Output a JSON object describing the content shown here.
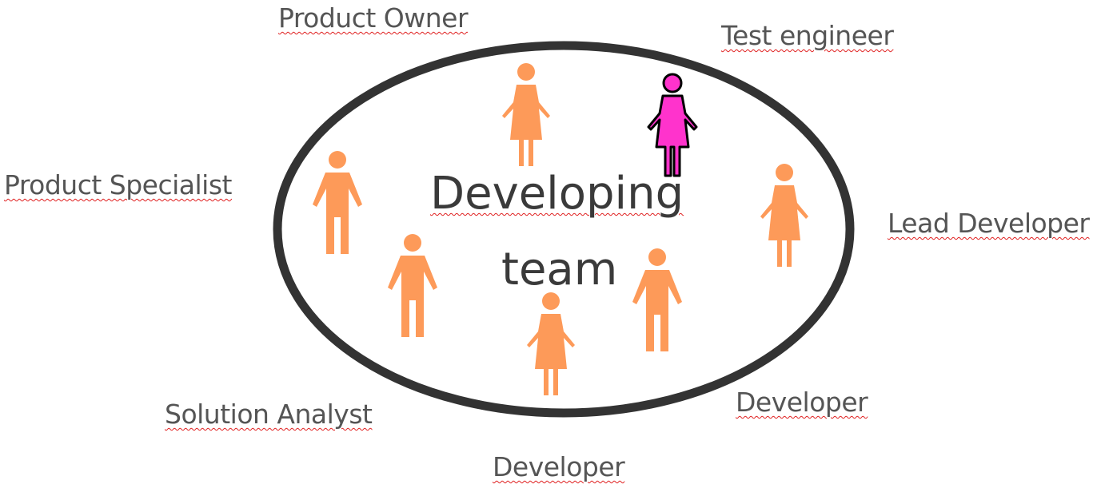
{
  "diagram": {
    "center_title_line1": "Developing",
    "center_title_line2": "team",
    "roles": {
      "product_owner": "Product Owner",
      "test_engineer": "Test engineer",
      "product_specialist": "Product Specialist",
      "lead_developer": "Lead Developer",
      "solution_analyst": "Solution Analyst",
      "developer_right": "Developer",
      "developer_bottom": "Developer"
    },
    "figures": [
      {
        "role": "product_owner",
        "type": "female",
        "color": "#fd9a59"
      },
      {
        "role": "test_engineer",
        "type": "female",
        "color": "#ff33cc",
        "outline": "#000000"
      },
      {
        "role": "product_specialist",
        "type": "male",
        "color": "#fd9a59"
      },
      {
        "role": "lead_developer",
        "type": "female",
        "color": "#fd9a59"
      },
      {
        "role": "solution_analyst",
        "type": "male",
        "color": "#fd9a59"
      },
      {
        "role": "developer_right",
        "type": "male",
        "color": "#fd9a59"
      },
      {
        "role": "developer_bottom",
        "type": "female",
        "color": "#fd9a59"
      }
    ],
    "colors": {
      "ellipse_stroke": "#333333",
      "figure_default": "#fd9a59",
      "figure_highlight": "#ff33cc",
      "label_text": "#555555",
      "spellcheck_underline": "#e02020"
    }
  }
}
